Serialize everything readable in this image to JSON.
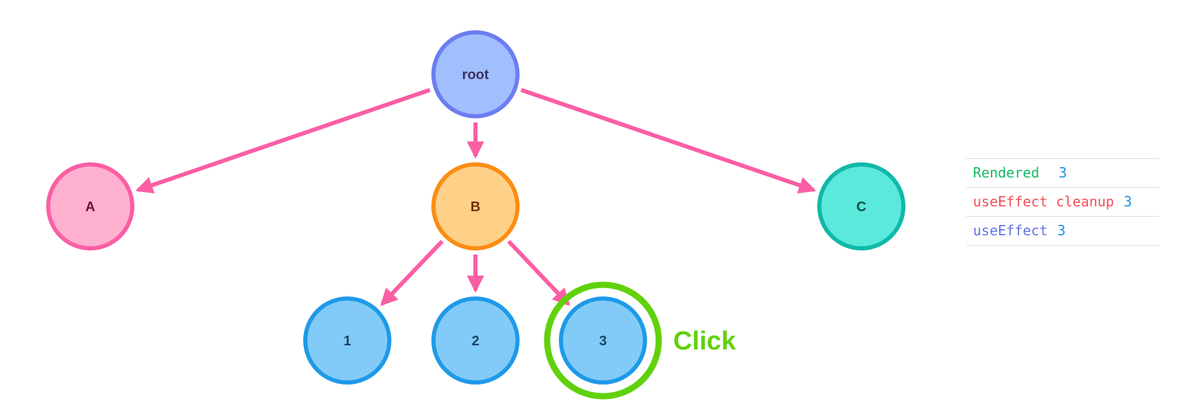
{
  "colors": {
    "edge": "#fb5ea4",
    "highlight": "#61d10c",
    "log_rendered": "#14b864",
    "log_cleanup": "#f44f5a",
    "log_effect": "#6474e8",
    "log_count": "#1b91e6"
  },
  "tree": {
    "nodes": [
      {
        "id": "root",
        "label": "root",
        "fill": "#a1befe",
        "stroke": "#6d7df2",
        "text": "#3b3160"
      },
      {
        "id": "A",
        "label": "A",
        "fill": "#feb0cf",
        "stroke": "#fb5ea4",
        "text": "#6b1340"
      },
      {
        "id": "B",
        "label": "B",
        "fill": "#ffd087",
        "stroke": "#fb8d12",
        "text": "#7a3008"
      },
      {
        "id": "C",
        "label": "C",
        "fill": "#5ae9da",
        "stroke": "#10b8aa",
        "text": "#12504a"
      },
      {
        "id": "1",
        "label": "1",
        "fill": "#82cbf8",
        "stroke": "#1e9ae8",
        "text": "#1a4366"
      },
      {
        "id": "2",
        "label": "2",
        "fill": "#82cbf8",
        "stroke": "#1e9ae8",
        "text": "#1a4366"
      },
      {
        "id": "3",
        "label": "3",
        "fill": "#82cbf8",
        "stroke": "#1e9ae8",
        "text": "#1a4366",
        "highlighted": true
      }
    ],
    "edges": [
      {
        "from": "root",
        "to": "A"
      },
      {
        "from": "root",
        "to": "B"
      },
      {
        "from": "root",
        "to": "C"
      },
      {
        "from": "B",
        "to": "1"
      },
      {
        "from": "B",
        "to": "2"
      },
      {
        "from": "B",
        "to": "3"
      }
    ],
    "click_label": "Click"
  },
  "log": {
    "rows": [
      {
        "type": "rendered",
        "label": "Rendered",
        "count": "3"
      },
      {
        "type": "cleanup",
        "label": "useEffect cleanup",
        "count": "3"
      },
      {
        "type": "effect",
        "label": "useEffect",
        "count": "3"
      }
    ]
  }
}
